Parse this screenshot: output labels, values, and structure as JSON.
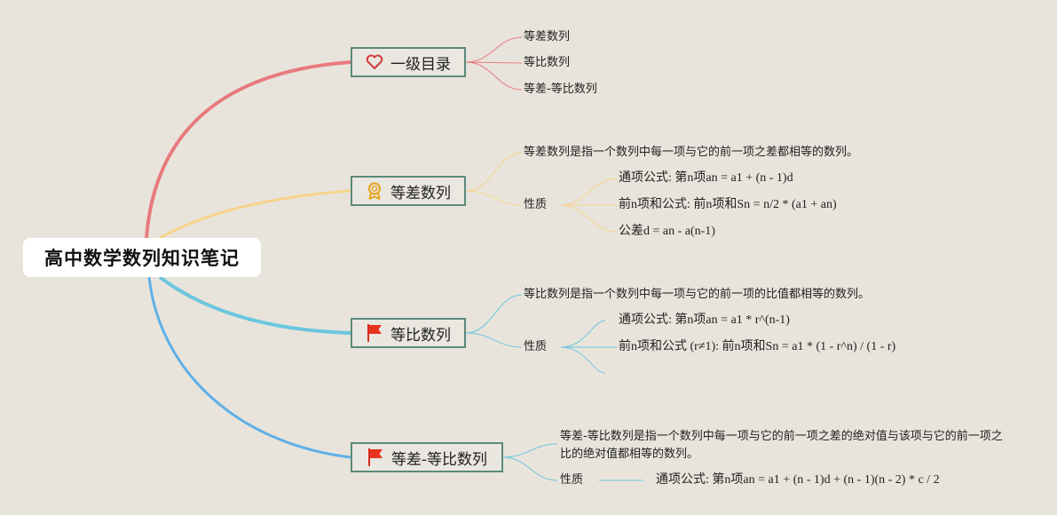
{
  "root": {
    "title": "高中数学数列知识笔记"
  },
  "colors": {
    "red": "#e87a7e",
    "yellow": "#f6d48a",
    "cyan": "#6cc6de",
    "blue": "#5fb0e8",
    "border": "#5b8a7a"
  },
  "branches": [
    {
      "label": "一级目录",
      "icon": "heart-icon",
      "children": [
        "等差数列",
        "等比数列",
        "等差-等比数列"
      ]
    },
    {
      "label": "等差数列",
      "icon": "medal-icon",
      "definition": "等差数列是指一个数列中每一项与它的前一项之差都相等的数列。",
      "property_label": "性质",
      "properties": [
        "通项公式: 第n项an = a1 + (n - 1)d",
        "前n项和公式: 前n项和Sn = n/2 * (a1 + an)",
        "公差d = an - a(n-1)"
      ]
    },
    {
      "label": "等比数列",
      "icon": "flag-icon",
      "definition": "等比数列是指一个数列中每一项与它的前一项的比值都相等的数列。",
      "property_label": "性质",
      "properties": [
        "通项公式: 第n项an = a1 * r^(n-1)",
        "前n项和公式 (r≠1): 前n项和Sn = a1 * (1 - r^n) / (1 - r)"
      ]
    },
    {
      "label": "等差-等比数列",
      "icon": "flag-icon",
      "definition": "等差-等比数列是指一个数列中每一项与它的前一项之差的绝对值与该项与它的前一项之比的绝对值都相等的数列。",
      "property_label": "性质",
      "properties": [
        "通项公式: 第n项an = a1 + (n - 1)d + (n - 1)(n - 2) * c / 2"
      ]
    }
  ]
}
